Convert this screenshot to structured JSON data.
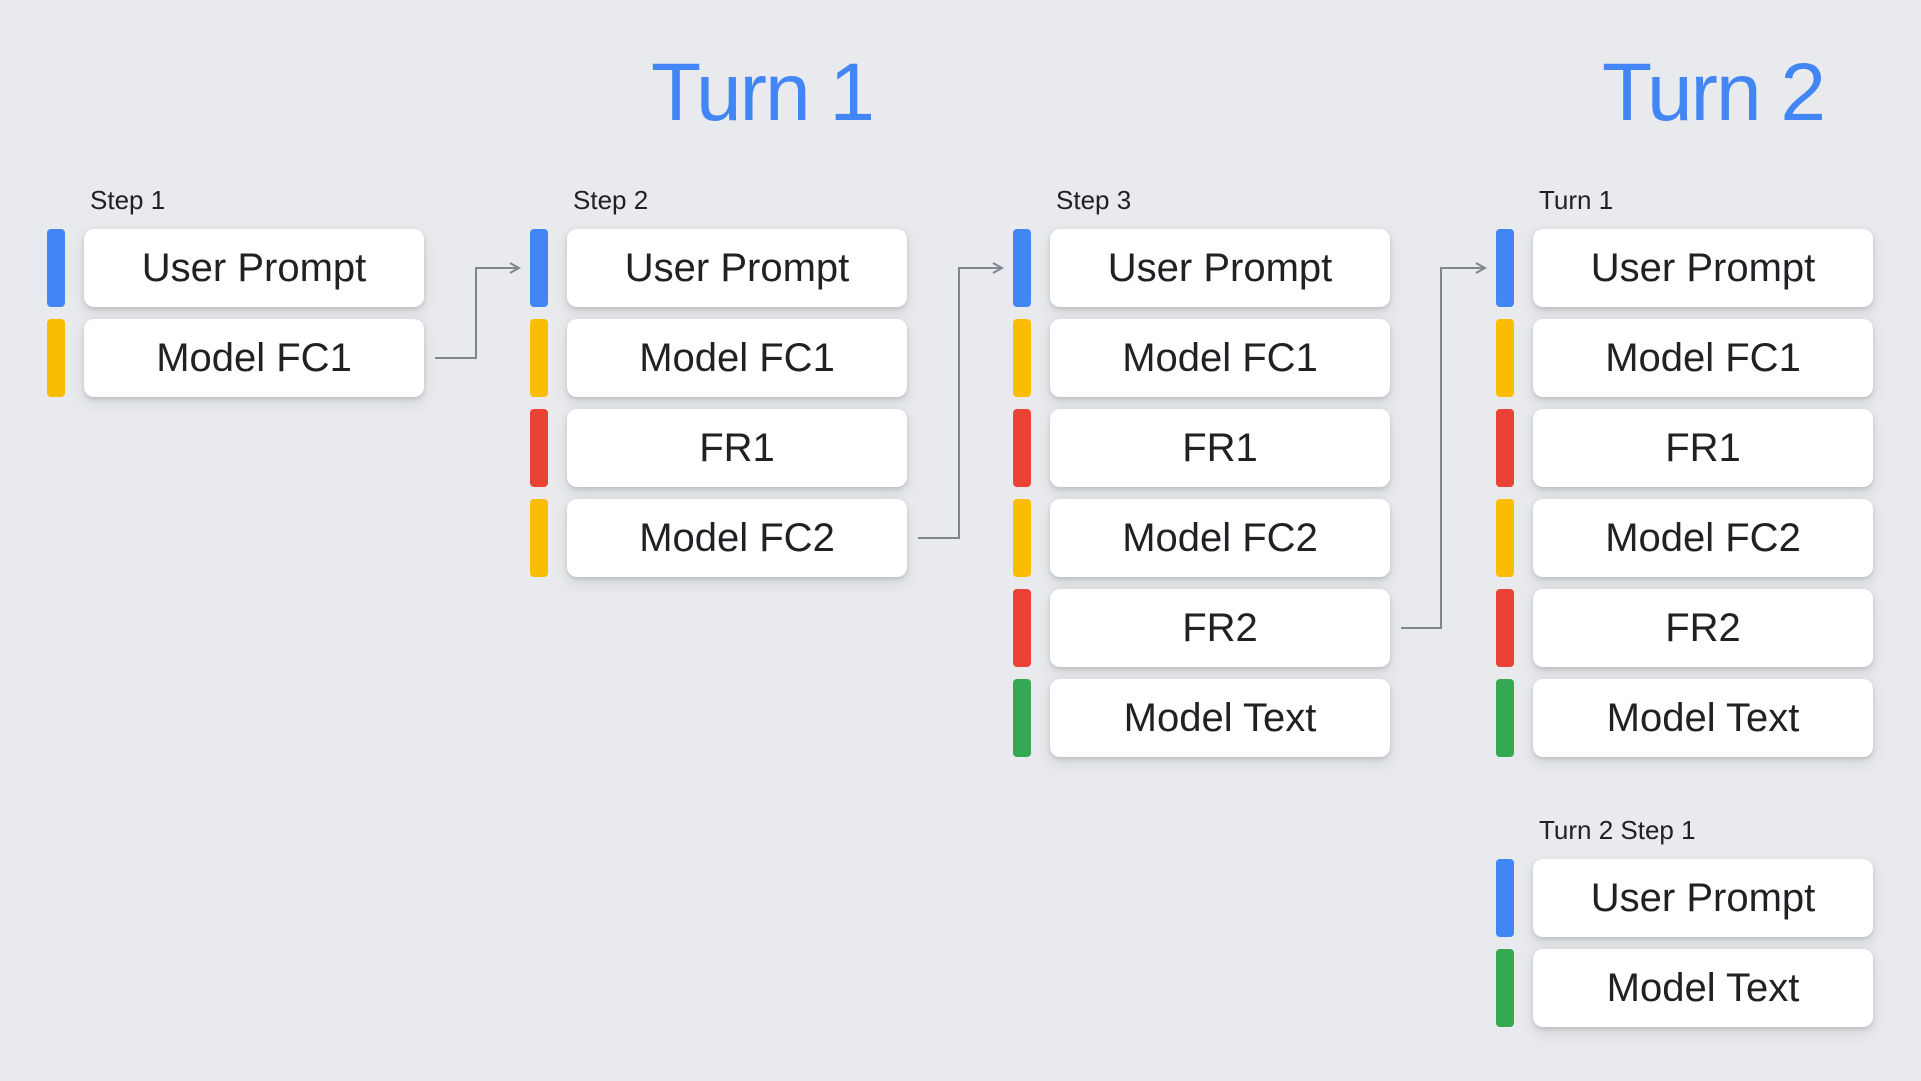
{
  "colors": {
    "user": "#4285f4",
    "model_fc": "#fbbc04",
    "function_response": "#ea4335",
    "model_text": "#34a853",
    "heading": "#4285f4"
  },
  "headings": {
    "turn1": "Turn 1",
    "turn2": "Turn 2"
  },
  "columns": [
    {
      "label": "Step 1",
      "items": [
        {
          "text": "User Prompt",
          "kind": "user"
        },
        {
          "text": "Model FC1",
          "kind": "model_fc"
        }
      ]
    },
    {
      "label": "Step 2",
      "items": [
        {
          "text": "User Prompt",
          "kind": "user"
        },
        {
          "text": "Model FC1",
          "kind": "model_fc"
        },
        {
          "text": "FR1",
          "kind": "function_response"
        },
        {
          "text": "Model FC2",
          "kind": "model_fc"
        }
      ]
    },
    {
      "label": "Step 3",
      "items": [
        {
          "text": "User Prompt",
          "kind": "user"
        },
        {
          "text": "Model FC1",
          "kind": "model_fc"
        },
        {
          "text": "FR1",
          "kind": "function_response"
        },
        {
          "text": "Model FC2",
          "kind": "model_fc"
        },
        {
          "text": "FR2",
          "kind": "function_response"
        },
        {
          "text": "Model Text",
          "kind": "model_text"
        }
      ]
    },
    {
      "label": "Turn 1",
      "items": [
        {
          "text": "User Prompt",
          "kind": "user"
        },
        {
          "text": "Model FC1",
          "kind": "model_fc"
        },
        {
          "text": "FR1",
          "kind": "function_response"
        },
        {
          "text": "Model FC2",
          "kind": "model_fc"
        },
        {
          "text": "FR2",
          "kind": "function_response"
        },
        {
          "text": "Model Text",
          "kind": "model_text"
        }
      ]
    },
    {
      "label": "Turn 2 Step 1",
      "items": [
        {
          "text": "User Prompt",
          "kind": "user"
        },
        {
          "text": "Model Text",
          "kind": "model_text"
        }
      ]
    }
  ]
}
